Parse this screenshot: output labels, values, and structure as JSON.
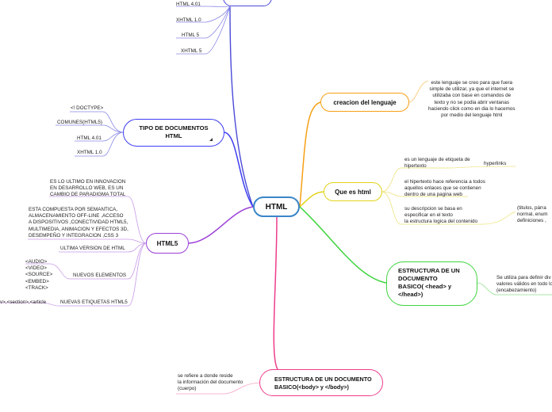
{
  "center": {
    "label": "HTML"
  },
  "top_branch": {
    "items": [
      "HTML 4.01",
      "XHTML 1.0",
      "HTML 5",
      "XHTML 5"
    ]
  },
  "tipo": {
    "title_line1": "TIPO DE DOCUMENTOS",
    "title_line2": "HTML",
    "items": [
      "<! DOCTYPE>",
      "COMUNES(HTML5)",
      "HTML 4.01",
      "XHTML 1.0"
    ]
  },
  "html5": {
    "title": "HTML5",
    "intro": [
      "ES LO ULTIMO EN INNOVACION",
      "EN DESARROLLO WEB, ES UN",
      "CAMBIO DE PARADIGMA TOTAL"
    ],
    "compuesta": [
      "ESTA COMPUESTA POR SEMANTICA,",
      "ALMACENAMIENTO OFF-LINE ,ACCESO",
      "A DISPOSITIVOS ,CONECTIVIDAD HTML5,",
      "MULTIMEDIA, ANIMACION Y EFECTOS 3D,",
      "DESEMPEÑO Y INTEGRACION ,CSS 3"
    ],
    "ultima": "ULTIMA VERSION DE HTML",
    "nuevos_title": "NUEVOS ELEMENTOS",
    "nuevos_items": [
      "<AUDIO>",
      "<VIDEO>",
      "<SOURCE>",
      "<EMBED>",
      "<TRACK>"
    ],
    "etiquetas_title": "NUEVAS ETIQUETAS HTML5",
    "etiquetas_items": "v>,<section>,<article"
  },
  "creacion": {
    "title": "creacion del lenguaje",
    "text": [
      "este lenguaje se creo para que fuera",
      "simple de utilizar, ya que el internet se",
      "utilizaba  con base en comandos de",
      "texto  y no se podia abrir ventanas",
      "haciendo click como en dia lo hacemos",
      "por medio del lenguaje html"
    ]
  },
  "que_es": {
    "title": "Que es html",
    "def": [
      "es un lenguaje de etiqueta de",
      "hipertexto"
    ],
    "hyperlinks": "hyperlinks",
    "hipertexto": [
      "el hipertexto hace referencia a todos",
      "aquellos enlaces que se contienen",
      "dentro de una pagina web"
    ],
    "descripcion": [
      "su descripcion se basa en",
      "especificar en el texto",
      "la estructura logica del contenido"
    ],
    "cut": [
      "(titulos, párra",
      "normal, enum",
      "definiciones ,"
    ]
  },
  "head": {
    "title_lines": [
      "ESTRUCTURA DE UN",
      "DOCUMENTO",
      "BASICO( <head> y",
      "</head>)"
    ],
    "desc": [
      "Se utiliza para definir div",
      "valores válidos en todo lo",
      "(encabezamiento)"
    ]
  },
  "body_struct": {
    "title_lines": [
      "ESTRUCTURA DE UN DOCUMENTO",
      "BASICO(<body> y </body>)"
    ],
    "desc": [
      "se refiere a donde reside",
      "la información del documento",
      "(cuerpo)"
    ]
  },
  "colors": {
    "blue": "#3d3df0",
    "purple": "#9b3fd8",
    "orange": "#f5a015",
    "yellow": "#e2d318",
    "green": "#3fd43f",
    "pink": "#ee3c8c",
    "center": "#3a86c8"
  }
}
